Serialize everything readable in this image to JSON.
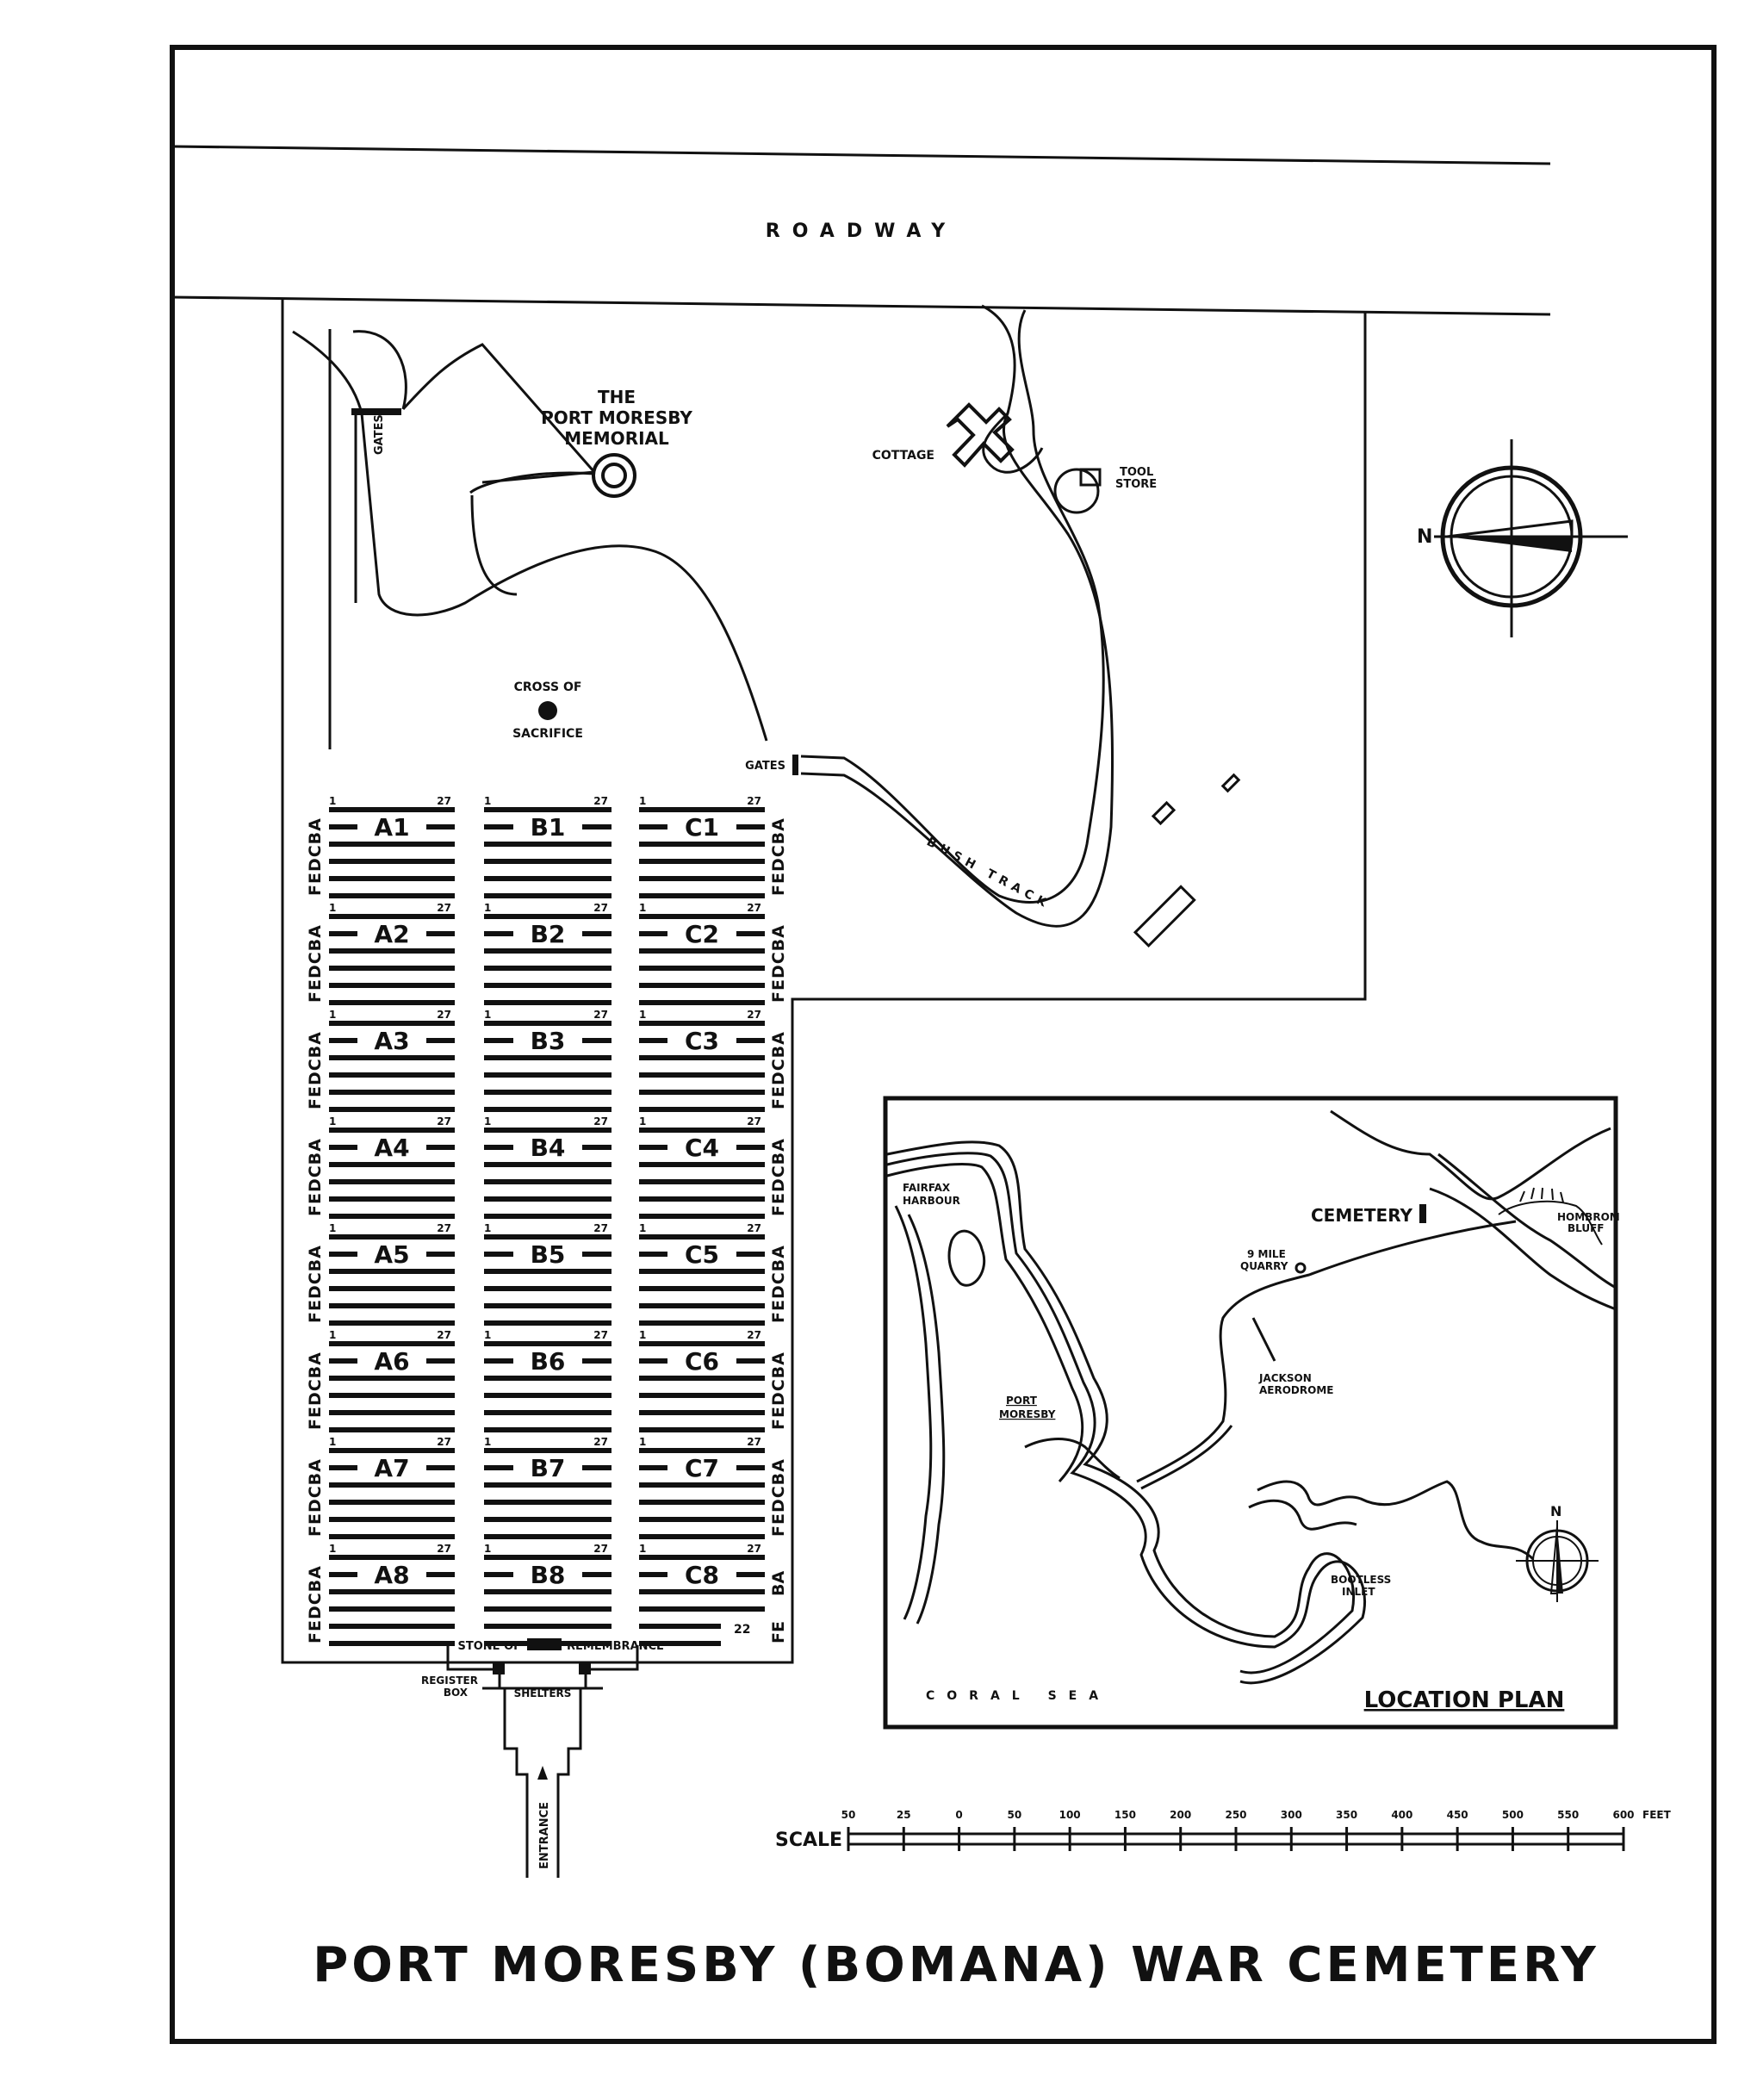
{
  "title": "PORT MORESBY (BOMANA) WAR CEMETERY",
  "roadway": "ROADWAY",
  "labels": {
    "memorial": [
      "THE",
      "PORT MORESBY",
      "MEMORIAL"
    ],
    "gates_top": "GATES",
    "gates_side": "GATES",
    "cottage": "COTTAGE",
    "tool_store": [
      "TOOL",
      "STORE"
    ],
    "cross_of_sacrifice": [
      "CROSS OF",
      "SACRIFICE"
    ],
    "bush_track": "BUSH TRACK",
    "stone_of": "STONE OF",
    "remembrance": "REMEMBRANCE",
    "register_box": [
      "REGISTER",
      "BOX"
    ],
    "shelters": "SHELTERS",
    "entrance": "ENTRANCE"
  },
  "north_label": "N",
  "row_letters": "FEDCBA",
  "row_letters_c8": [
    "BA",
    "FE"
  ],
  "plots": {
    "A": [
      "A1",
      "A2",
      "A3",
      "A4",
      "A5",
      "A6",
      "A7",
      "A8"
    ],
    "B": [
      "B1",
      "B2",
      "B3",
      "B4",
      "B5",
      "B6",
      "B7",
      "B8"
    ],
    "C": [
      "C1",
      "C2",
      "C3",
      "C4",
      "C5",
      "C6",
      "C7",
      "C8"
    ]
  },
  "grave_numbers": {
    "first": "1",
    "last": "27",
    "c8_short": "22"
  },
  "location_plan": {
    "title": "LOCATION PLAN",
    "cemetery": "CEMETERY",
    "fairfax_harbour": [
      "FAIRFAX",
      "HARBOUR"
    ],
    "hombrom_bluff": [
      "HOMBROM",
      "BLUFF"
    ],
    "nine_mile_quarry": [
      "9 MILE",
      "QUARRY"
    ],
    "jackson_aerodrome": [
      "JACKSON",
      "AERODROME"
    ],
    "port_moresby": [
      "PORT",
      "MORESBY"
    ],
    "bootless_inlet": [
      "BOOTLESS",
      "INLET"
    ],
    "coral_sea": "CORAL SEA",
    "north": "N"
  },
  "scale": {
    "label": "SCALE",
    "ticks": [
      "50",
      "25",
      "0",
      "50",
      "100",
      "150",
      "200",
      "250",
      "300",
      "350",
      "400",
      "450",
      "500",
      "550",
      "600"
    ],
    "unit": "FEET"
  }
}
